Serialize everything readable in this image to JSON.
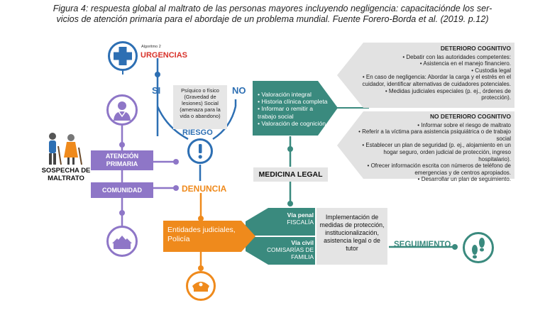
{
  "caption": {
    "line1": "Figura 4: respuesta global al maltrato de las personas mayores incluyendo negligencia: capacitaciónde los ser-",
    "line2": "vicios de atención primaria para el abordaje de un problema mundial. Fuente Forero-Borda et al. (2019. p.12)"
  },
  "left": {
    "sospecha": "SOSPECHA DE MALTRATO",
    "atencion_primaria": "ATENCIÓN PRIMARIA",
    "comunidad": "COMUNIDAD"
  },
  "center": {
    "algoritmo": "Algoritmo 2",
    "urgencias": "URGENCIAS",
    "si": "SI",
    "no": "NO",
    "riesgo": "RIESGO",
    "psiquico": "Psíquico o físico (Gravedad de lesiones) Social (amenaza para la vida o abandono)",
    "denuncia": "DENUNCIA",
    "entidades": "Entidades judiciales, Policía",
    "medicina_legal": "MEDICINA LEGAL",
    "seguimiento": "SEGUIMIENTO"
  },
  "valoracion": [
    "Valoración integral",
    "Historia clínica completa",
    "Informar o remitir a trabajo social",
    "Valoración de cognición"
  ],
  "deterioro": {
    "title": "DETERIORO COGNITIVO",
    "items": [
      "Debatir con las autoridades competentes:",
      "Asistencia en el manejo financiero.",
      "Custodia legal",
      "En caso de negligencia: Abordar la carga y el estrés en el cuidador, identificar alternativas de cuidadores potenciales.",
      "Medidas judiciales especiales (p. ej., órdenes de protección)."
    ]
  },
  "no_deterioro": {
    "title": "NO DETERIORO COGNITIVO",
    "items": [
      "Informar sobre el riesgo de maltrato",
      "Referir a la víctima para asistencia psiquiátrica o de trabajo social",
      "Establecer un plan de seguridad (p. ej., alojamiento en un hogar seguro, orden judicial de protección, ingreso hospitalario).",
      "Ofrecer información escrita con números de teléfono de emergencias y de centros apropiados.",
      "Desarrollar un plan de seguimiento."
    ]
  },
  "vias": {
    "penal_title": "Vía penal",
    "penal_sub": "FISCALÍA",
    "civil_title": "Vía civil",
    "civil_sub": "COMISARÍAS DE FAMILIA",
    "implementacion": "Implementación de medidas de protección, institucionalización, asistencia legal o de tutor"
  },
  "colors": {
    "purple": "#8e76c7",
    "teal": "#3a8a7e",
    "orange": "#ef8a1c",
    "red": "#d8322a",
    "blue": "#2d6fb3",
    "gray_panel": "#e4e4e4",
    "navy": "#1c3f6e"
  }
}
